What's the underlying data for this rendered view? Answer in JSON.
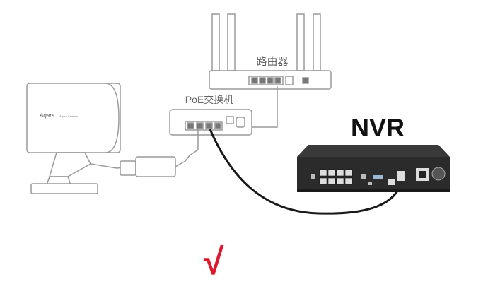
{
  "labels": {
    "router": "路由器",
    "poe_switch": "PoE交换机",
    "nvr": "NVR",
    "camera_brand": "Aqara",
    "camera_model": "Aqara Camera",
    "check_mark": "√"
  },
  "colors": {
    "line": "#9a9a9a",
    "cable_dark": "#1a1a1a",
    "nvr_body": "#2b2b2b",
    "nvr_front": "#cfcfcf",
    "check": "#e0162b"
  }
}
